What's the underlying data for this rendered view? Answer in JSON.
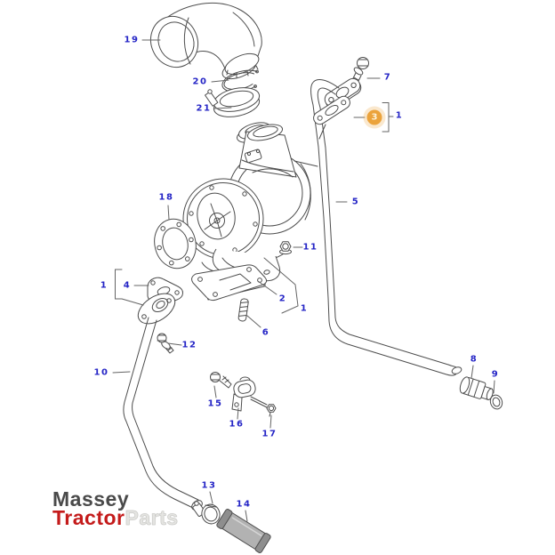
{
  "watermark": {
    "line1": "Massey",
    "line2_red": "Tractor",
    "line2_light": "Parts"
  },
  "colors": {
    "callout_blue": "#2525c6",
    "highlight_orange": "#eba33c",
    "line_art_gray": "#4d4d4d",
    "watermark_dark_gray": "#4a4a4a",
    "watermark_red": "#c41b1b",
    "watermark_light_gray": "#e4e4e1",
    "hose_fill_gray": "#b2b2b2"
  },
  "callouts": [
    {
      "num": "19"
    },
    {
      "num": "20"
    },
    {
      "num": "21"
    },
    {
      "num": "7"
    },
    {
      "num": "3",
      "highlighted": true
    },
    {
      "num": "1"
    },
    {
      "num": "5"
    },
    {
      "num": "18"
    },
    {
      "num": "11"
    },
    {
      "num": "1"
    },
    {
      "num": "4"
    },
    {
      "num": "2"
    },
    {
      "num": "1"
    },
    {
      "num": "6"
    },
    {
      "num": "12"
    },
    {
      "num": "10"
    },
    {
      "num": "8"
    },
    {
      "num": "9"
    },
    {
      "num": "15"
    },
    {
      "num": "16"
    },
    {
      "num": "17"
    },
    {
      "num": "13"
    },
    {
      "num": "14"
    }
  ]
}
